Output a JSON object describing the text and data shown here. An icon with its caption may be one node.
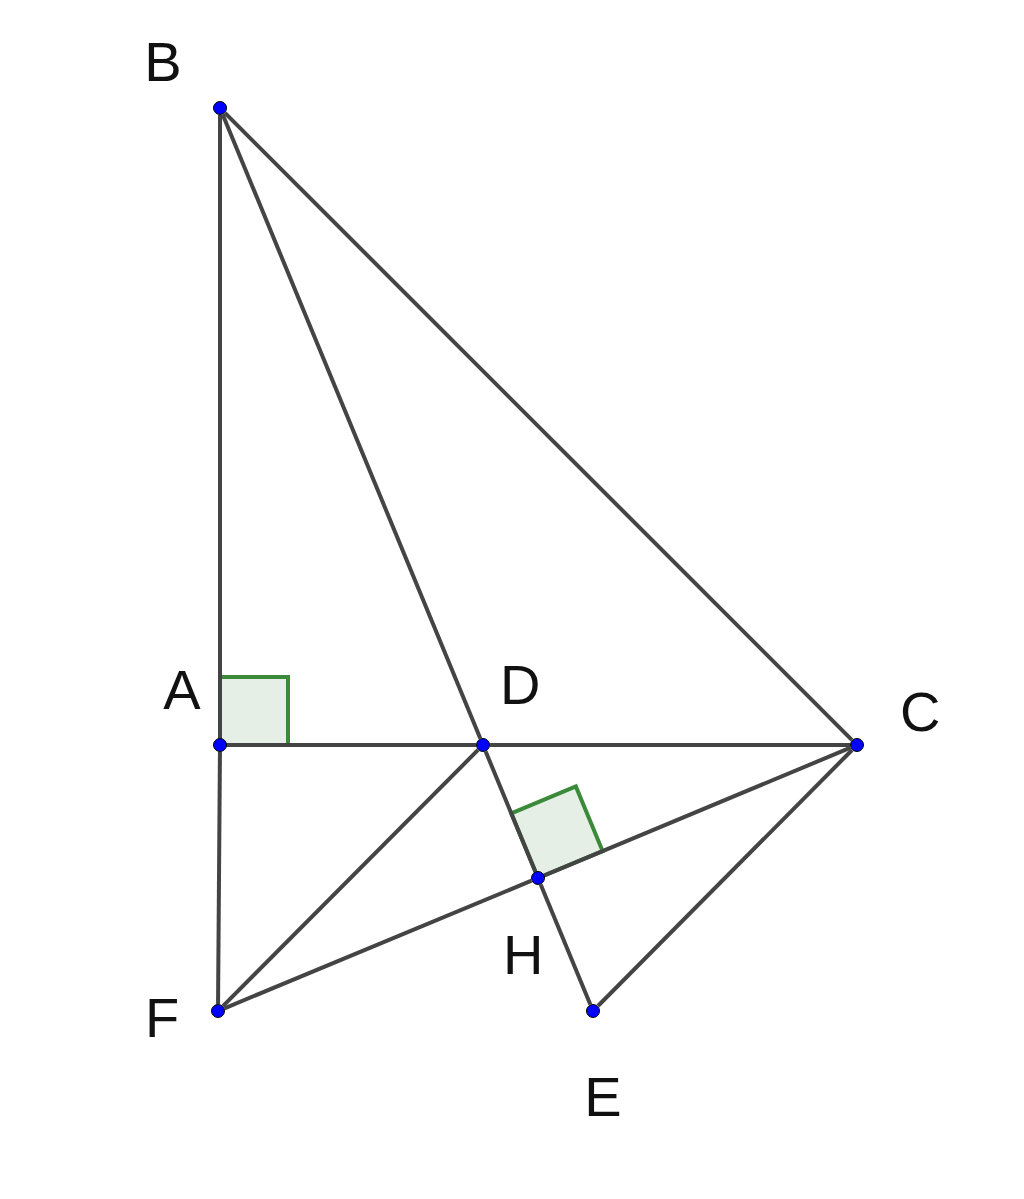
{
  "diagram": {
    "nodes": [
      {
        "text": [],
        "shape": "circle",
        "beside": [
          "B"
        ]
      },
      {
        "text": [],
        "shape": "circle",
        "beside": [
          "A"
        ]
      },
      {
        "text": [],
        "shape": "circle",
        "beside": [
          "D"
        ]
      },
      {
        "text": [],
        "shape": "circle",
        "beside": [
          "C"
        ]
      },
      {
        "text": [],
        "shape": "circle",
        "beside": [
          "H"
        ]
      },
      {
        "text": [],
        "shape": "circle",
        "beside": [
          "F"
        ]
      },
      {
        "text": [],
        "shape": "circle",
        "beside": [
          "E"
        ]
      }
    ],
    "edges": [
      {
        "from": 0,
        "to": 1,
        "arrow": "none"
      },
      {
        "from": 1,
        "to": 5,
        "arrow": "none"
      },
      {
        "from": 0,
        "to": 2,
        "arrow": "none"
      },
      {
        "from": 2,
        "to": 4,
        "arrow": "none"
      },
      {
        "from": 4,
        "to": 6,
        "arrow": "none"
      },
      {
        "from": 0,
        "to": 3,
        "arrow": "none"
      },
      {
        "from": 1,
        "to": 2,
        "arrow": "none"
      },
      {
        "from": 2,
        "to": 3,
        "arrow": "none"
      },
      {
        "from": 5,
        "to": 2,
        "arrow": "none"
      },
      {
        "from": 5,
        "to": 4,
        "arrow": "none"
      },
      {
        "from": 4,
        "to": 3,
        "arrow": "none"
      },
      {
        "from": 3,
        "to": 6,
        "arrow": "none"
      }
    ]
  }
}
